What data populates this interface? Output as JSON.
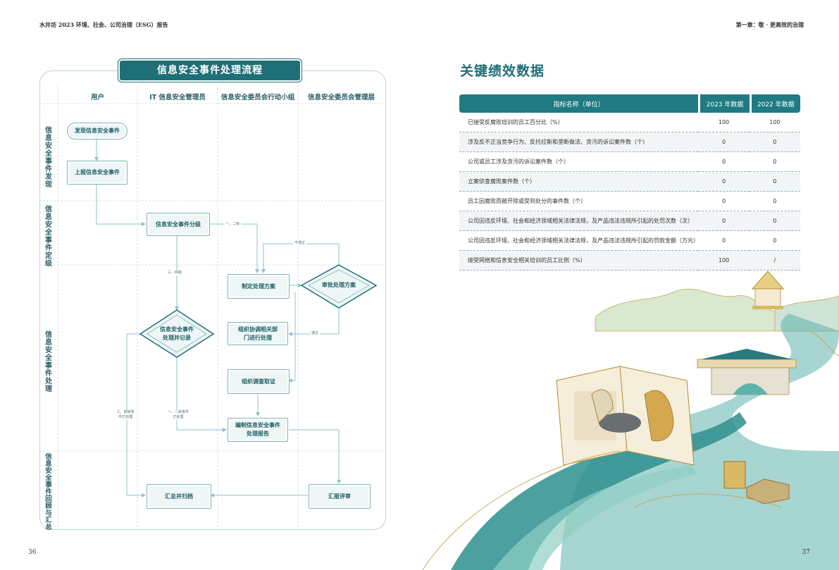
{
  "header": {
    "left": "水井坊 2023 环境、社会、公司治理（ESG）报告",
    "right": "第一章：敬 · 更高效的治理"
  },
  "page_numbers": {
    "left": "36",
    "right": "37"
  },
  "flowchart": {
    "title": "信息安全事件处理流程",
    "lanes": [
      "用户",
      "IT 信息安全管理员",
      "信息安全委员会行动小组",
      "信息安全委员会管理层"
    ],
    "rows": [
      "信息安全事件发现",
      "信息安全事件定级",
      "信息安全事件处理",
      "信息安全事件回顾与汇总"
    ],
    "nodes": {
      "discover": "发现信息安全事件",
      "report": "上报信息安全事件",
      "classify": "信息安全事件分级",
      "plan": "制定处理方案",
      "approve": "审批处理方案",
      "handle_record": "信息安全事件处理并记录",
      "coordinate": "组织协调相关部门进行处理",
      "investigate": "组织调查取证",
      "compile": "编制信息安全事件处理报告",
      "archive": "汇总并归档",
      "review": "汇报评审"
    },
    "edge_labels": {
      "level12": "一、二级",
      "reject": "不通过",
      "level34": "三、四级",
      "pass": "通过",
      "level34_done": "三、四级事件已处理",
      "level12_done": "一、二级事件已处理"
    }
  },
  "kpi": {
    "title": "关键绩效数据",
    "columns": [
      "指标名称（单位）",
      "2023 年数据",
      "2022 年数据"
    ],
    "rows": [
      [
        "已接受反腐败培训的员工百分比（%）",
        "100",
        "100"
      ],
      [
        "涉及反不正当竞争行为、反托拉斯和垄断做法、贪污的诉讼案件数（个）",
        "0",
        "0"
      ],
      [
        "公司或员工涉及贪污的诉讼案件数（个）",
        "0",
        "0"
      ],
      [
        "立案侦查腐败案件数（个）",
        "0",
        "0"
      ],
      [
        "员工因腐败而被开除或受到处分的事件数（个）",
        "0",
        "0"
      ],
      [
        "公司因违反环境、社会和经济领域相关法律法规，及产品违法违规所引起的处罚次数（次）",
        "0",
        "0"
      ],
      [
        "公司因违反环境、社会和经济领域相关法律法规，及产品违法违规所引起的罚款金额（万元）",
        "0",
        "0"
      ],
      [
        "接受网络和信息安全相关培训的员工比例（%）",
        "100",
        "/"
      ]
    ]
  },
  "colors": {
    "teal": "#1f7a82",
    "dark_teal": "#1f6f77",
    "light": "#eef6f6",
    "border": "#7fb2b6"
  }
}
